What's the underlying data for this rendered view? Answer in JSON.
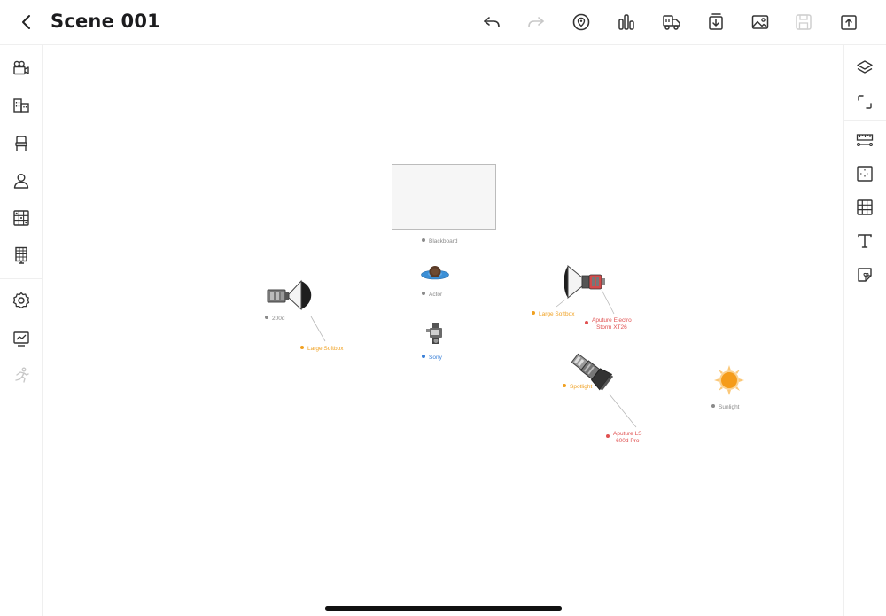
{
  "header": {
    "title": "Scene 001"
  },
  "scene": {
    "blackboard": {
      "label": "Blackboard",
      "color": "#8a8a8a"
    },
    "actor": {
      "label": "Actor",
      "color": "#8a8a8a"
    },
    "light_200d": {
      "label": "200d",
      "color": "#8a8a8a"
    },
    "softbox_left": {
      "label": "Large Softbox",
      "color": "#f0a020"
    },
    "camera": {
      "label": "Sony",
      "color": "#3a80d8"
    },
    "softbox_right": {
      "label": "Large Softbox",
      "color": "#f0a020"
    },
    "storm": {
      "label_line1": "Aputure Electro",
      "label_line2": "Storm XT26",
      "color": "#e05050"
    },
    "spotlight": {
      "label": "Spotlight",
      "color": "#f0a020"
    },
    "ls600": {
      "label_line1": "Aputure LS",
      "label_line2": "600d Pro",
      "color": "#e05050"
    },
    "sunlight": {
      "label": "Sunlight",
      "color": "#8a8a8a",
      "sun_color": "#f59c1a"
    }
  }
}
